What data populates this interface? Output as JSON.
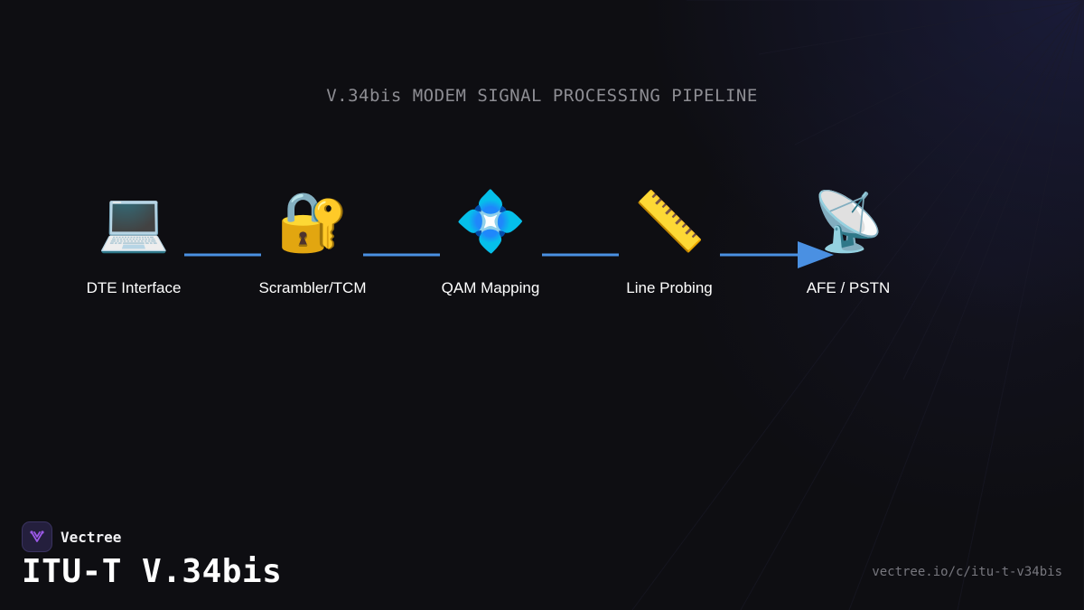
{
  "title": "V.34bis MODEM SIGNAL PROCESSING PIPELINE",
  "stages": [
    {
      "label": "DTE Interface",
      "icon": "laptop-icon",
      "glyph": "💻"
    },
    {
      "label": "Scrambler/TCM",
      "icon": "lock-key-icon",
      "glyph": "🔐"
    },
    {
      "label": "QAM Mapping",
      "icon": "diamond-icon",
      "glyph": "💠"
    },
    {
      "label": "Line Probing",
      "icon": "ruler-icon",
      "glyph": "📏"
    },
    {
      "label": "AFE / PSTN",
      "icon": "satellite-dish-icon",
      "glyph": "📡"
    }
  ],
  "colors": {
    "background": "#0e0e12",
    "connector": "#4a90e2",
    "logo": "#9b59e6"
  },
  "brand": {
    "name": "Vectree",
    "logo_icon": "vectree-logo-icon"
  },
  "footer": {
    "title": "ITU-T V.34bis",
    "url": "vectree.io/c/itu-t-v34bis"
  }
}
